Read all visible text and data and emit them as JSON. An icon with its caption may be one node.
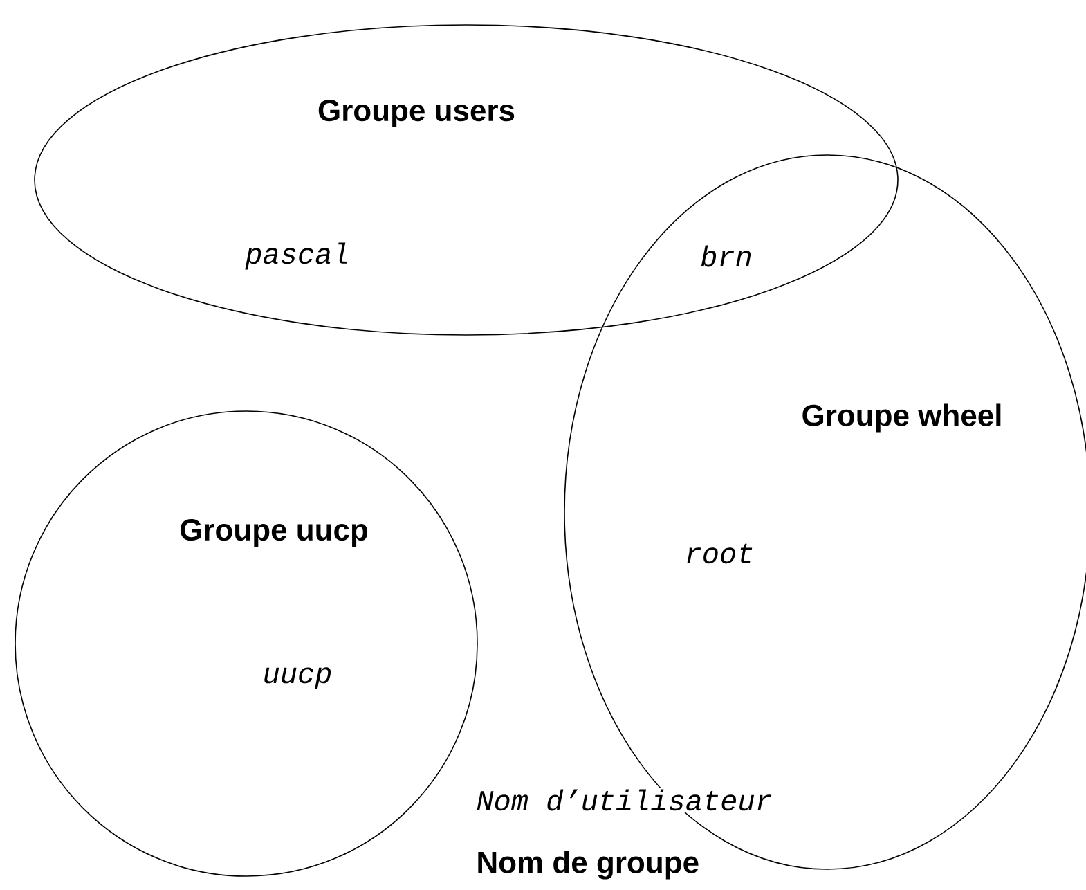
{
  "diagram": {
    "nodes": [
      {
        "text": [
          "Groupe users",
          "pascal"
        ]
      },
      {
        "text": [
          "Groupe wheel",
          "root"
        ]
      },
      {
        "text": [
          "Groupe uucp",
          "uucp"
        ]
      }
    ],
    "labels": [
      "brn",
      "Nom d’utilisateur",
      "Nom de groupe"
    ]
  }
}
